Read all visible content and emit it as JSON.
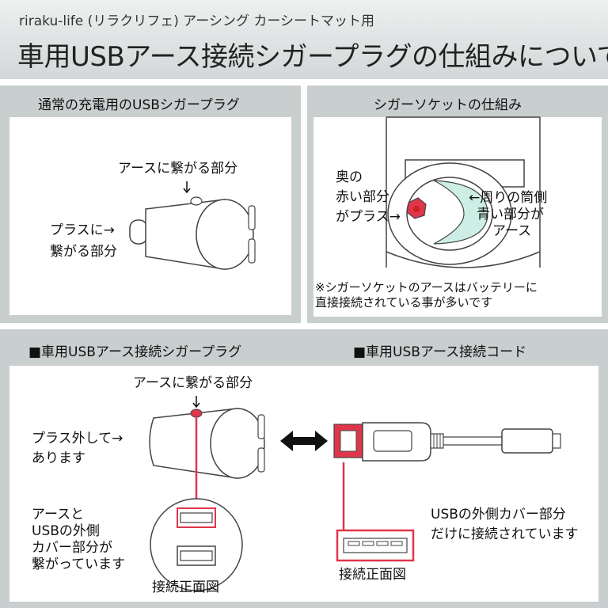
{
  "header": {
    "subtitle": "riraku-life (リラクリフェ) アーシング カーシートマット用",
    "title": "車用USBアース接続シガープラグの仕組みについて"
  },
  "panel_normal": {
    "title": "通常の充電用のUSBシガープラグ",
    "earth_label": "アースに繋がる部分",
    "plus_line1": "プラスに→",
    "plus_line2": "繋がる部分"
  },
  "panel_socket": {
    "title": "シガーソケットの仕組み",
    "inner_line1": "奥の",
    "inner_line2": "赤い部分",
    "inner_line3": "がプラス→",
    "outer_line1": "←周りの筒側",
    "outer_line2": "青い部分が",
    "outer_line3": "アース",
    "note_line1": "※シガーソケットのアースはバッテリーに",
    "note_line2": "直接接続されている事が多いです"
  },
  "panel_bottom": {
    "left_title": "■車用USBアース接続シガープラグ",
    "right_title": "■車用USBアース接続コード",
    "earth_label": "アースに繋がる部分",
    "plus_line1": "プラス外して→",
    "plus_line2": "あります",
    "usb_line1": "アースと",
    "usb_line2": "USBの外側",
    "usb_line3": "カバー部分が",
    "usb_line4": "繋がっています",
    "front_label_left": "接続正面図",
    "cover_line1": "USBの外側カバー部分",
    "cover_line2": "だけに接続されています",
    "front_label_right": "接続正面図"
  },
  "colors": {
    "accent_red": "#e0364a",
    "socket_blue": "#cdeee4",
    "panel_gray": "#c9cecf"
  }
}
